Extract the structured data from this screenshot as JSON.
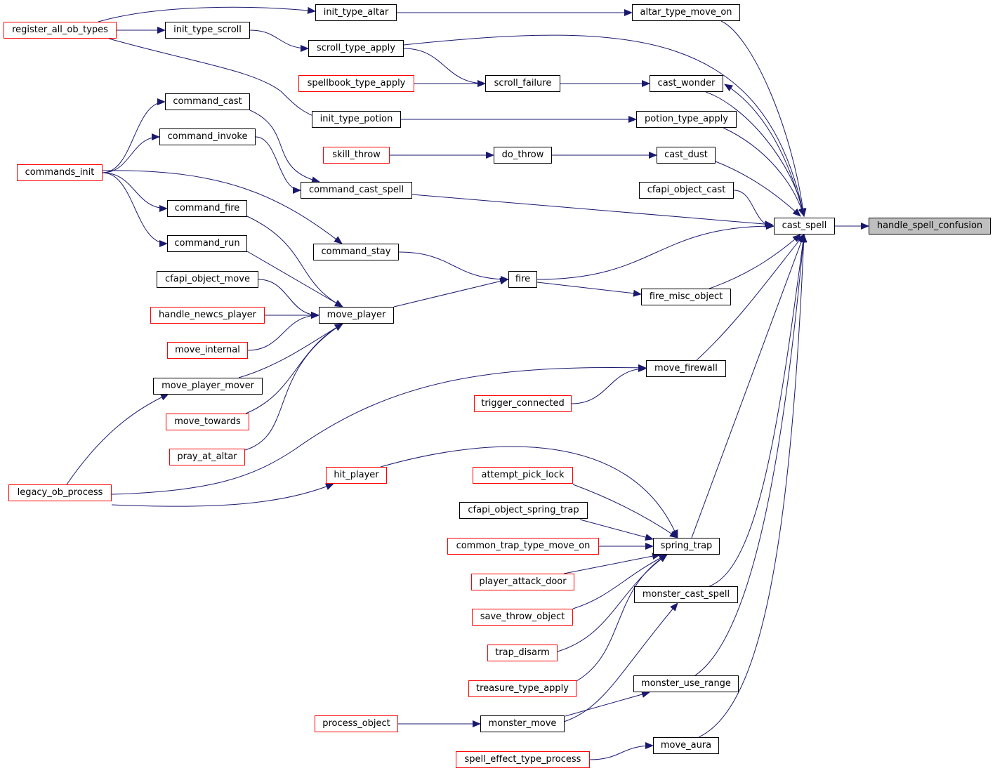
{
  "colors": {
    "edge": "#191970",
    "border": "#000000",
    "border_external": "#ff0000",
    "focus_fill": "#bfbfbf",
    "background": "#ffffff"
  },
  "nodes": {
    "handle_spell_confusion": {
      "label": "handle_spell_confusion",
      "style": "focus"
    },
    "cast_spell": {
      "label": "cast_spell",
      "style": "normal"
    },
    "altar_type_move_on": {
      "label": "altar_type_move_on",
      "style": "normal"
    },
    "init_type_altar": {
      "label": "init_type_altar",
      "style": "normal"
    },
    "register_all_ob_types": {
      "label": "register_all_ob_types",
      "style": "external"
    },
    "init_type_scroll": {
      "label": "init_type_scroll",
      "style": "normal"
    },
    "scroll_type_apply": {
      "label": "scroll_type_apply",
      "style": "normal"
    },
    "spellbook_type_apply": {
      "label": "spellbook_type_apply",
      "style": "external"
    },
    "scroll_failure": {
      "label": "scroll_failure",
      "style": "normal"
    },
    "cast_wonder": {
      "label": "cast_wonder",
      "style": "normal"
    },
    "command_cast": {
      "label": "command_cast",
      "style": "normal"
    },
    "init_type_potion": {
      "label": "init_type_potion",
      "style": "normal"
    },
    "potion_type_apply": {
      "label": "potion_type_apply",
      "style": "normal"
    },
    "command_invoke": {
      "label": "command_invoke",
      "style": "normal"
    },
    "skill_throw": {
      "label": "skill_throw",
      "style": "external"
    },
    "do_throw": {
      "label": "do_throw",
      "style": "normal"
    },
    "cast_dust": {
      "label": "cast_dust",
      "style": "normal"
    },
    "commands_init": {
      "label": "commands_init",
      "style": "external"
    },
    "command_cast_spell": {
      "label": "command_cast_spell",
      "style": "normal"
    },
    "cfapi_object_cast": {
      "label": "cfapi_object_cast",
      "style": "normal"
    },
    "command_fire": {
      "label": "command_fire",
      "style": "normal"
    },
    "command_run": {
      "label": "command_run",
      "style": "normal"
    },
    "command_stay": {
      "label": "command_stay",
      "style": "normal"
    },
    "fire": {
      "label": "fire",
      "style": "normal"
    },
    "cfapi_object_move": {
      "label": "cfapi_object_move",
      "style": "normal"
    },
    "fire_misc_object": {
      "label": "fire_misc_object",
      "style": "normal"
    },
    "handle_newcs_player": {
      "label": "handle_newcs_player",
      "style": "external"
    },
    "move_player": {
      "label": "move_player",
      "style": "normal"
    },
    "move_internal": {
      "label": "move_internal",
      "style": "external"
    },
    "move_firewall": {
      "label": "move_firewall",
      "style": "normal"
    },
    "move_player_mover": {
      "label": "move_player_mover",
      "style": "normal"
    },
    "trigger_connected": {
      "label": "trigger_connected",
      "style": "external"
    },
    "move_towards": {
      "label": "move_towards",
      "style": "external"
    },
    "pray_at_altar": {
      "label": "pray_at_altar",
      "style": "external"
    },
    "hit_player": {
      "label": "hit_player",
      "style": "external"
    },
    "attempt_pick_lock": {
      "label": "attempt_pick_lock",
      "style": "external"
    },
    "legacy_ob_process": {
      "label": "legacy_ob_process",
      "style": "external"
    },
    "cfapi_object_spring_trap": {
      "label": "cfapi_object_spring_trap",
      "style": "normal"
    },
    "common_trap_type_move_on": {
      "label": "common_trap_type_move_on",
      "style": "external"
    },
    "spring_trap": {
      "label": "spring_trap",
      "style": "normal"
    },
    "player_attack_door": {
      "label": "player_attack_door",
      "style": "external"
    },
    "monster_cast_spell": {
      "label": "monster_cast_spell",
      "style": "normal"
    },
    "save_throw_object": {
      "label": "save_throw_object",
      "style": "external"
    },
    "trap_disarm": {
      "label": "trap_disarm",
      "style": "external"
    },
    "treasure_type_apply": {
      "label": "treasure_type_apply",
      "style": "external"
    },
    "monster_use_range": {
      "label": "monster_use_range",
      "style": "normal"
    },
    "process_object": {
      "label": "process_object",
      "style": "external"
    },
    "monster_move": {
      "label": "monster_move",
      "style": "normal"
    },
    "move_aura": {
      "label": "move_aura",
      "style": "normal"
    },
    "spell_effect_type_process": {
      "label": "spell_effect_type_process",
      "style": "external"
    }
  },
  "edges": [
    [
      "cast_spell",
      "handle_spell_confusion"
    ],
    [
      "altar_type_move_on",
      "cast_spell"
    ],
    [
      "scroll_type_apply",
      "cast_spell"
    ],
    [
      "cast_wonder",
      "cast_spell"
    ],
    [
      "potion_type_apply",
      "cast_spell"
    ],
    [
      "cast_dust",
      "cast_spell"
    ],
    [
      "cfapi_object_cast",
      "cast_spell"
    ],
    [
      "command_cast_spell",
      "cast_spell"
    ],
    [
      "fire",
      "cast_spell"
    ],
    [
      "fire_misc_object",
      "cast_spell"
    ],
    [
      "move_firewall",
      "cast_spell"
    ],
    [
      "spring_trap",
      "cast_spell"
    ],
    [
      "monster_cast_spell",
      "cast_spell"
    ],
    [
      "monster_use_range",
      "cast_spell"
    ],
    [
      "move_aura",
      "cast_spell"
    ],
    [
      "init_type_altar",
      "altar_type_move_on"
    ],
    [
      "register_all_ob_types",
      "init_type_altar"
    ],
    [
      "register_all_ob_types",
      "init_type_scroll"
    ],
    [
      "register_all_ob_types",
      "init_type_potion"
    ],
    [
      "init_type_scroll",
      "scroll_type_apply"
    ],
    [
      "scroll_type_apply",
      "scroll_failure"
    ],
    [
      "spellbook_type_apply",
      "scroll_failure"
    ],
    [
      "scroll_failure",
      "cast_wonder"
    ],
    [
      "cast_spell",
      "cast_wonder"
    ],
    [
      "init_type_potion",
      "potion_type_apply"
    ],
    [
      "skill_throw",
      "do_throw"
    ],
    [
      "do_throw",
      "cast_dust"
    ],
    [
      "commands_init",
      "command_cast"
    ],
    [
      "commands_init",
      "command_invoke"
    ],
    [
      "commands_init",
      "command_fire"
    ],
    [
      "commands_init",
      "command_run"
    ],
    [
      "commands_init",
      "command_stay"
    ],
    [
      "command_cast",
      "command_cast_spell"
    ],
    [
      "command_invoke",
      "command_cast_spell"
    ],
    [
      "command_stay",
      "fire"
    ],
    [
      "move_player",
      "fire"
    ],
    [
      "fire",
      "fire_misc_object"
    ],
    [
      "command_fire",
      "move_player"
    ],
    [
      "command_run",
      "move_player"
    ],
    [
      "cfapi_object_move",
      "move_player"
    ],
    [
      "handle_newcs_player",
      "move_player"
    ],
    [
      "move_internal",
      "move_player"
    ],
    [
      "move_player_mover",
      "move_player"
    ],
    [
      "move_towards",
      "move_player"
    ],
    [
      "pray_at_altar",
      "move_player"
    ],
    [
      "legacy_ob_process",
      "move_player_mover"
    ],
    [
      "legacy_ob_process",
      "move_firewall"
    ],
    [
      "trigger_connected",
      "move_firewall"
    ],
    [
      "legacy_ob_process",
      "hit_player"
    ],
    [
      "hit_player",
      "spring_trap"
    ],
    [
      "attempt_pick_lock",
      "spring_trap"
    ],
    [
      "cfapi_object_spring_trap",
      "spring_trap"
    ],
    [
      "common_trap_type_move_on",
      "spring_trap"
    ],
    [
      "player_attack_door",
      "spring_trap"
    ],
    [
      "save_throw_object",
      "spring_trap"
    ],
    [
      "trap_disarm",
      "spring_trap"
    ],
    [
      "treasure_type_apply",
      "spring_trap"
    ],
    [
      "monster_move",
      "monster_cast_spell"
    ],
    [
      "monster_move",
      "monster_use_range"
    ],
    [
      "process_object",
      "monster_move"
    ],
    [
      "spell_effect_type_process",
      "move_aura"
    ]
  ]
}
